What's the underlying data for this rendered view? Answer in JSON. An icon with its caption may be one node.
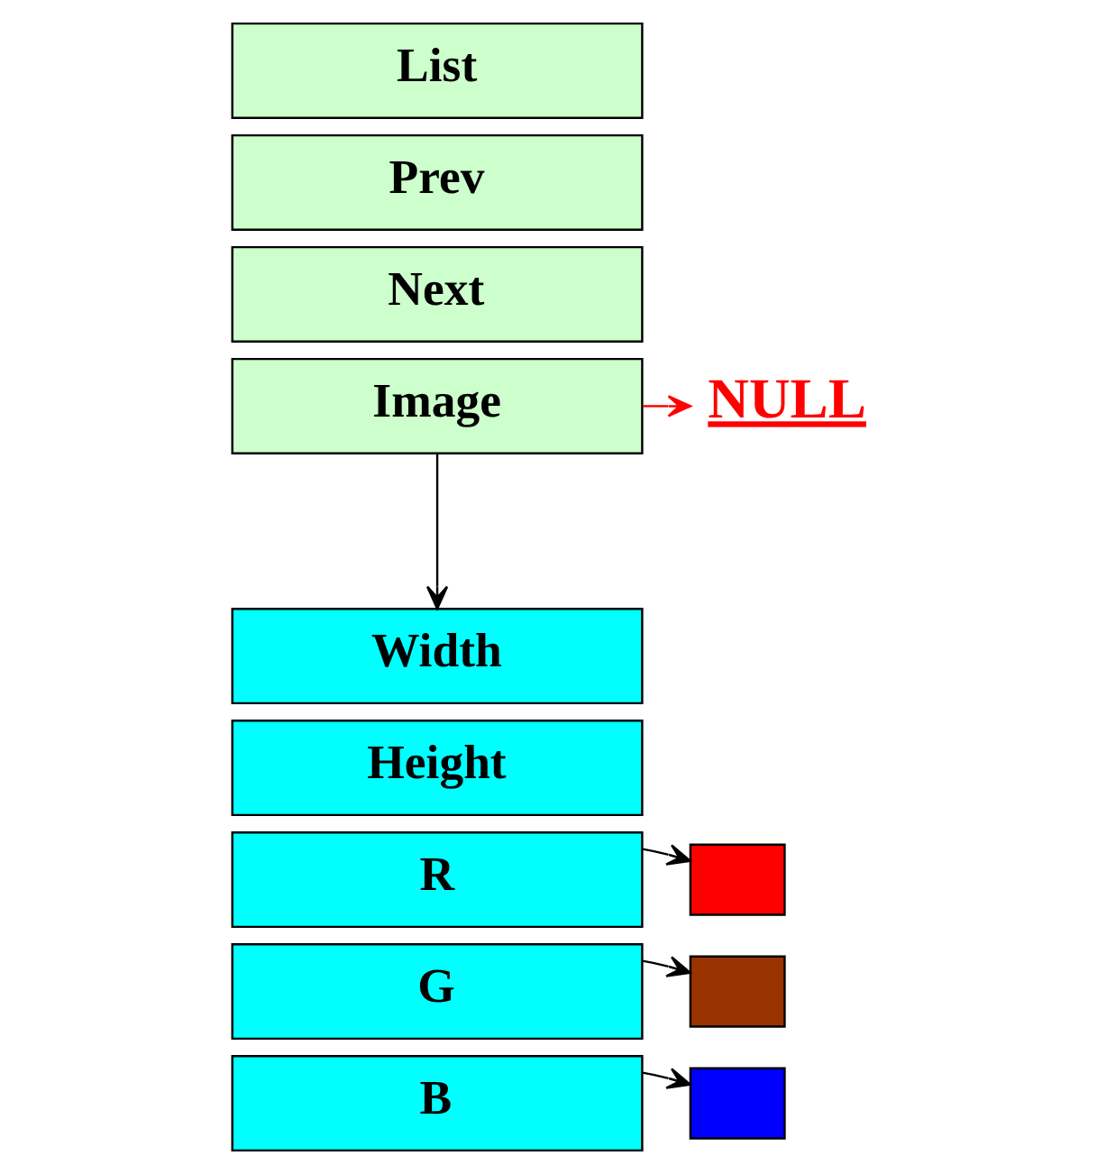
{
  "diagram": {
    "nodes": [
      {
        "text": [
          "List"
        ]
      },
      {
        "text": [
          "Prev"
        ]
      },
      {
        "text": [
          "Next"
        ]
      },
      {
        "text": [
          "Image"
        ]
      },
      {
        "text": [
          "NULL"
        ]
      },
      {
        "text": [
          "Width"
        ]
      },
      {
        "text": [
          "Height"
        ]
      },
      {
        "text": [
          "R"
        ]
      },
      {
        "text": [
          "G"
        ]
      },
      {
        "text": [
          "B"
        ]
      },
      {
        "text": [],
        "shape": "box"
      },
      {
        "text": [],
        "shape": "box"
      },
      {
        "text": [],
        "shape": "box"
      }
    ],
    "edges": [
      {
        "from": 3,
        "to": 4,
        "arrow": "to",
        "color": "#ff0000"
      },
      {
        "from": 3,
        "to": 5,
        "arrow": "to"
      },
      {
        "from": 7,
        "to": 10,
        "arrow": "to"
      },
      {
        "from": 8,
        "to": 11,
        "arrow": "to"
      },
      {
        "from": 9,
        "to": 12,
        "arrow": "to"
      }
    ]
  }
}
